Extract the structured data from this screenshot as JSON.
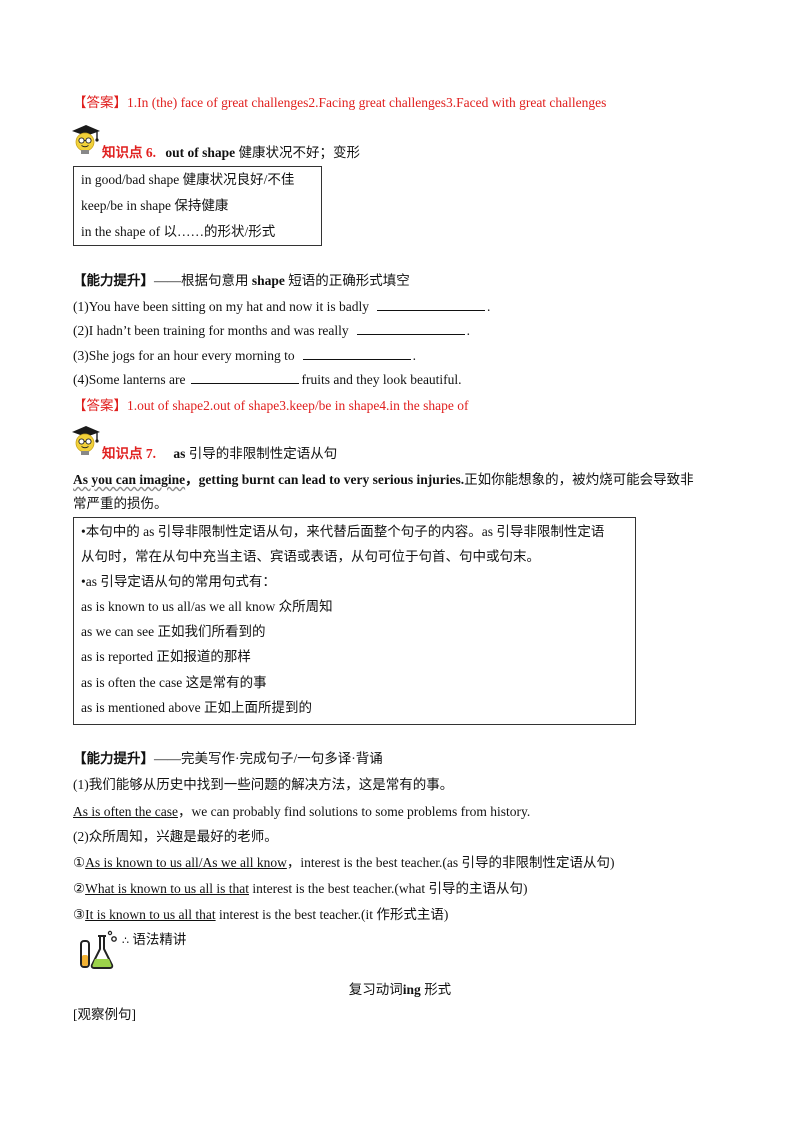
{
  "answer1": {
    "tag": "【答案】",
    "text": "1.In (the) face of great challenges2.Facing great challenges3.Faced with great challenges"
  },
  "kp6": {
    "label": "知识点 6.",
    "term": "out of shape",
    "meaning": "健康状况不好；变形"
  },
  "box1": [
    "in good/bad shape 健康状况良好/不佳",
    "keep/be in shape 保持健康",
    "in the shape of 以……的形状/形式"
  ],
  "ability1": {
    "bracket": "【能力提升】",
    "dash": "——根据句意用 ",
    "term": "shape",
    "rest": " 短语的正确形式填空"
  },
  "exercises1": [
    {
      "before": "(1)You have been sitting on my hat and now it is badly",
      "after": "."
    },
    {
      "before": "(2)I hadn’t been training for months and was really",
      "after": "."
    },
    {
      "before": "(3)She jogs for an hour every morning to",
      "after": "."
    },
    {
      "before": "(4)Some lanterns are",
      "after": "fruits and they look beautiful."
    }
  ],
  "answer2": {
    "tag": "【答案】",
    "text": "1.out of shape2.out of shape3.keep/be in shape4.in the shape of"
  },
  "kp7": {
    "label": "知识点 7.",
    "term": "as",
    "meaning": " 引导的非限制性定语从句"
  },
  "example7": {
    "part1": "As you can imagine",
    "part2": "，getting burnt can lead to very serious injuries.",
    "translation1": "正如你能想象的，被灼烧可能会导致非",
    "translation2": "常严重的损伤。"
  },
  "box2": [
    "•本句中的 as 引导非限制性定语从句，来代替后面整个句子的内容。as 引导非限制性定语",
    "从句时，常在从句中充当主语、宾语或表语，从句可位于句首、句中或句末。",
    "•as 引导定语从句的常用句式有：",
    "as is known to us all/as we all know 众所周知",
    "as we can see 正如我们所看到的",
    "as is reported 正如报道的那样",
    "as is often the case 这是常有的事",
    "as is mentioned above 正如上面所提到的"
  ],
  "ability2": {
    "bracket": "【能力提升】",
    "rest": "——完美写作·完成句子/一句多译·背诵"
  },
  "ex2": {
    "q1": "(1)我们能够从历史中找到一些问题的解决方法，这是常有的事。",
    "a1_u": "As is often the case",
    "a1_rest": "，we can probably find solutions to some problems from history.",
    "q2": "(2)众所周知，兴趣是最好的老师。",
    "c1_mark": "①",
    "c1_u": "As is known to us all/As we all know",
    "c1_rest": "，interest is the best teacher.(as 引导的非限制性定语从句)",
    "c2_mark": "②",
    "c2_u": "What is known to us all is that",
    "c2_rest": "  interest is the best teacher.(what 引导的主语从句)",
    "c3_mark": "③",
    "c3_u": "It is known to us all that",
    "c3_rest": "  interest is the best teacher.(it 作形式主语)"
  },
  "grammar": {
    "mark": "∴",
    "label": "语法精讲"
  },
  "section_title": {
    "before": "复习动词",
    "bold": "ing",
    "after": " 形式"
  },
  "observe": "[观察例句]",
  "colors": {
    "answer_red": "#e0201f",
    "text": "#111111",
    "border": "#333333"
  },
  "icons": [
    "doctor-bulb-icon",
    "lab-flask-icon"
  ]
}
